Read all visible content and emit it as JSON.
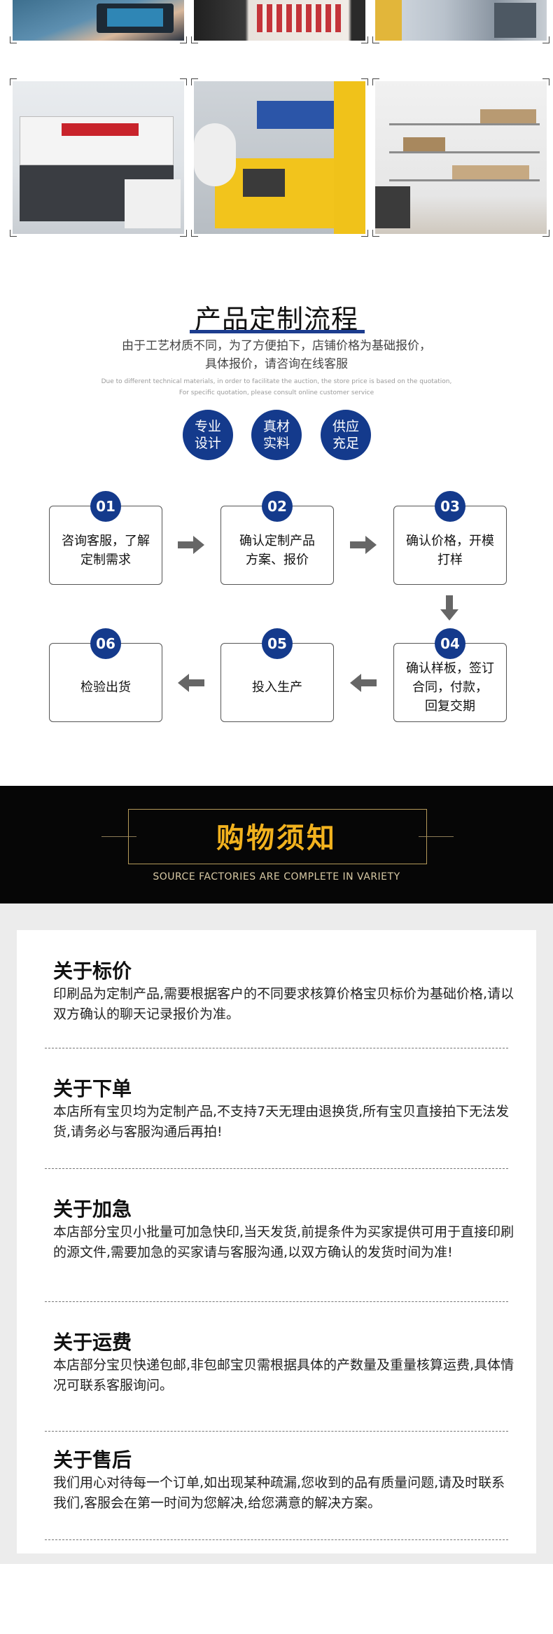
{
  "process": {
    "title": "产品定制流程",
    "subtitle_line1": "由于工艺材质不同，为了方便拍下，店铺价格为基础报价，",
    "subtitle_line2": "具体报价，请咨询在线客服",
    "en_line1": "Due to different technical materials, in order to facilitate the auction, the store price is based on the quotation,",
    "en_line2": "For specific quotation, please consult online customer service",
    "badges": [
      "专业\n设计",
      "真材\n实料",
      "供应\n充足"
    ],
    "steps": [
      {
        "num": "01",
        "label": "咨询客服，了解\n定制需求"
      },
      {
        "num": "02",
        "label": "确认定制产品\n方案、报价"
      },
      {
        "num": "03",
        "label": "确认价格，开模\n打样"
      },
      {
        "num": "04",
        "label": "确认样板，签订\n合同，付款，\n回复交期"
      },
      {
        "num": "05",
        "label": "投入生产"
      },
      {
        "num": "06",
        "label": "检验出货"
      }
    ]
  },
  "banner": {
    "title": "购物须知",
    "subtitle": "SOURCE FACTORIES ARE COMPLETE IN VARIETY"
  },
  "notices": [
    {
      "title": "关于标价",
      "text": "印刷品为定制产品,需要根据客户的不同要求核算价格宝贝标价为基础价格,请以双方确认的聊天记录报价为准。"
    },
    {
      "title": "关于下单",
      "text": "本店所有宝贝均为定制产品,不支持7天无理由退换货,所有宝贝直接拍下无法发货,请务必与客服沟通后再拍!"
    },
    {
      "title": "关于加急",
      "text": "本店部分宝贝小批量可加急快印,当天发货,前提条件为买家提供可用于直接印刷的源文件,需要加急的买家请与客服沟通,以双方确认的发货时间为准!"
    },
    {
      "title": "关于运费",
      "text": "本店部分宝贝快递包邮,非包邮宝贝需根据具体的产数量及重量核算运费,具体情况可联系客服询问。"
    },
    {
      "title": "关于售后",
      "text": "我们用心对待每一个订单,如出现某种疏漏,您收到的品有质量问题,请及时联系我们,客服会在第一时间为您解决,给您满意的解决方案。"
    }
  ],
  "colors": {
    "brand_blue": "#143a8c",
    "banner_gold": "#f2b21e",
    "banner_bg": "#060606",
    "notice_bg": "#ececec"
  }
}
